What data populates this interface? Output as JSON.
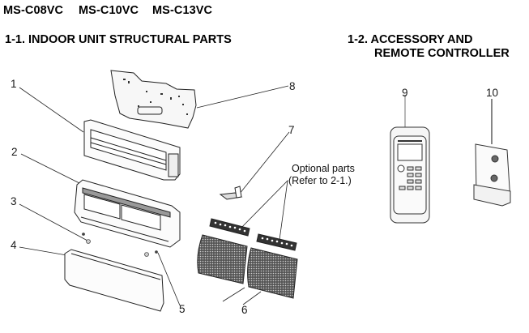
{
  "models": [
    "MS-C08VC",
    "MS-C10VC",
    "MS-C13VC"
  ],
  "sections": {
    "indoor": {
      "title": "1-1. INDOOR UNIT STRUCTURAL PARTS"
    },
    "accessory": {
      "title_line1": "1-2. ACCESSORY AND",
      "title_line2": "REMOTE CONTROLLER"
    }
  },
  "callouts": [
    {
      "id": 1,
      "label": "1",
      "part": "front-panel-frame"
    },
    {
      "id": 2,
      "label": "2",
      "part": "front-grille-unit"
    },
    {
      "id": 3,
      "label": "3",
      "part": "screw"
    },
    {
      "id": 4,
      "label": "4",
      "part": "front-panel"
    },
    {
      "id": 5,
      "label": "5",
      "part": "screw"
    },
    {
      "id": 6,
      "label": "6",
      "part": "air-filters"
    },
    {
      "id": 7,
      "label": "7",
      "part": "bracket"
    },
    {
      "id": 8,
      "label": "8",
      "part": "installation-plate"
    },
    {
      "id": 9,
      "label": "9",
      "part": "remote-controller"
    },
    {
      "id": 10,
      "label": "10",
      "part": "remote-controller-holder"
    }
  ],
  "optional_note": {
    "line1": "Optional parts",
    "line2": "(Refer to 2-1.)"
  },
  "colors": {
    "line": "#222222",
    "label": "#1a1a1a",
    "filter": "#3a3a3a"
  }
}
